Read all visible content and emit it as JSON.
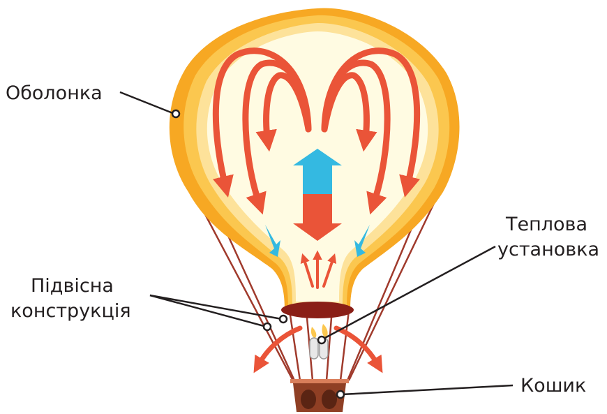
{
  "labels": {
    "envelope": "Оболонка",
    "suspension_line1": "Підвісна",
    "suspension_line2": "конструкція",
    "burner_line1": "Теплова",
    "burner_line2": "установка",
    "basket": "Кошик"
  },
  "colors": {
    "envelope_outer": "#f7a823",
    "envelope_mid": "#fbc74f",
    "envelope_inner": "#fde29a",
    "envelope_core": "#fffbe2",
    "hot_air_arrow": "#ea5438",
    "buoyancy_up_arrow": "#34b9e1",
    "gravity_down_arrow": "#ea5438",
    "rope": "#a03a2c",
    "basket": "#8f3f24",
    "leader_line": "#231f20"
  }
}
